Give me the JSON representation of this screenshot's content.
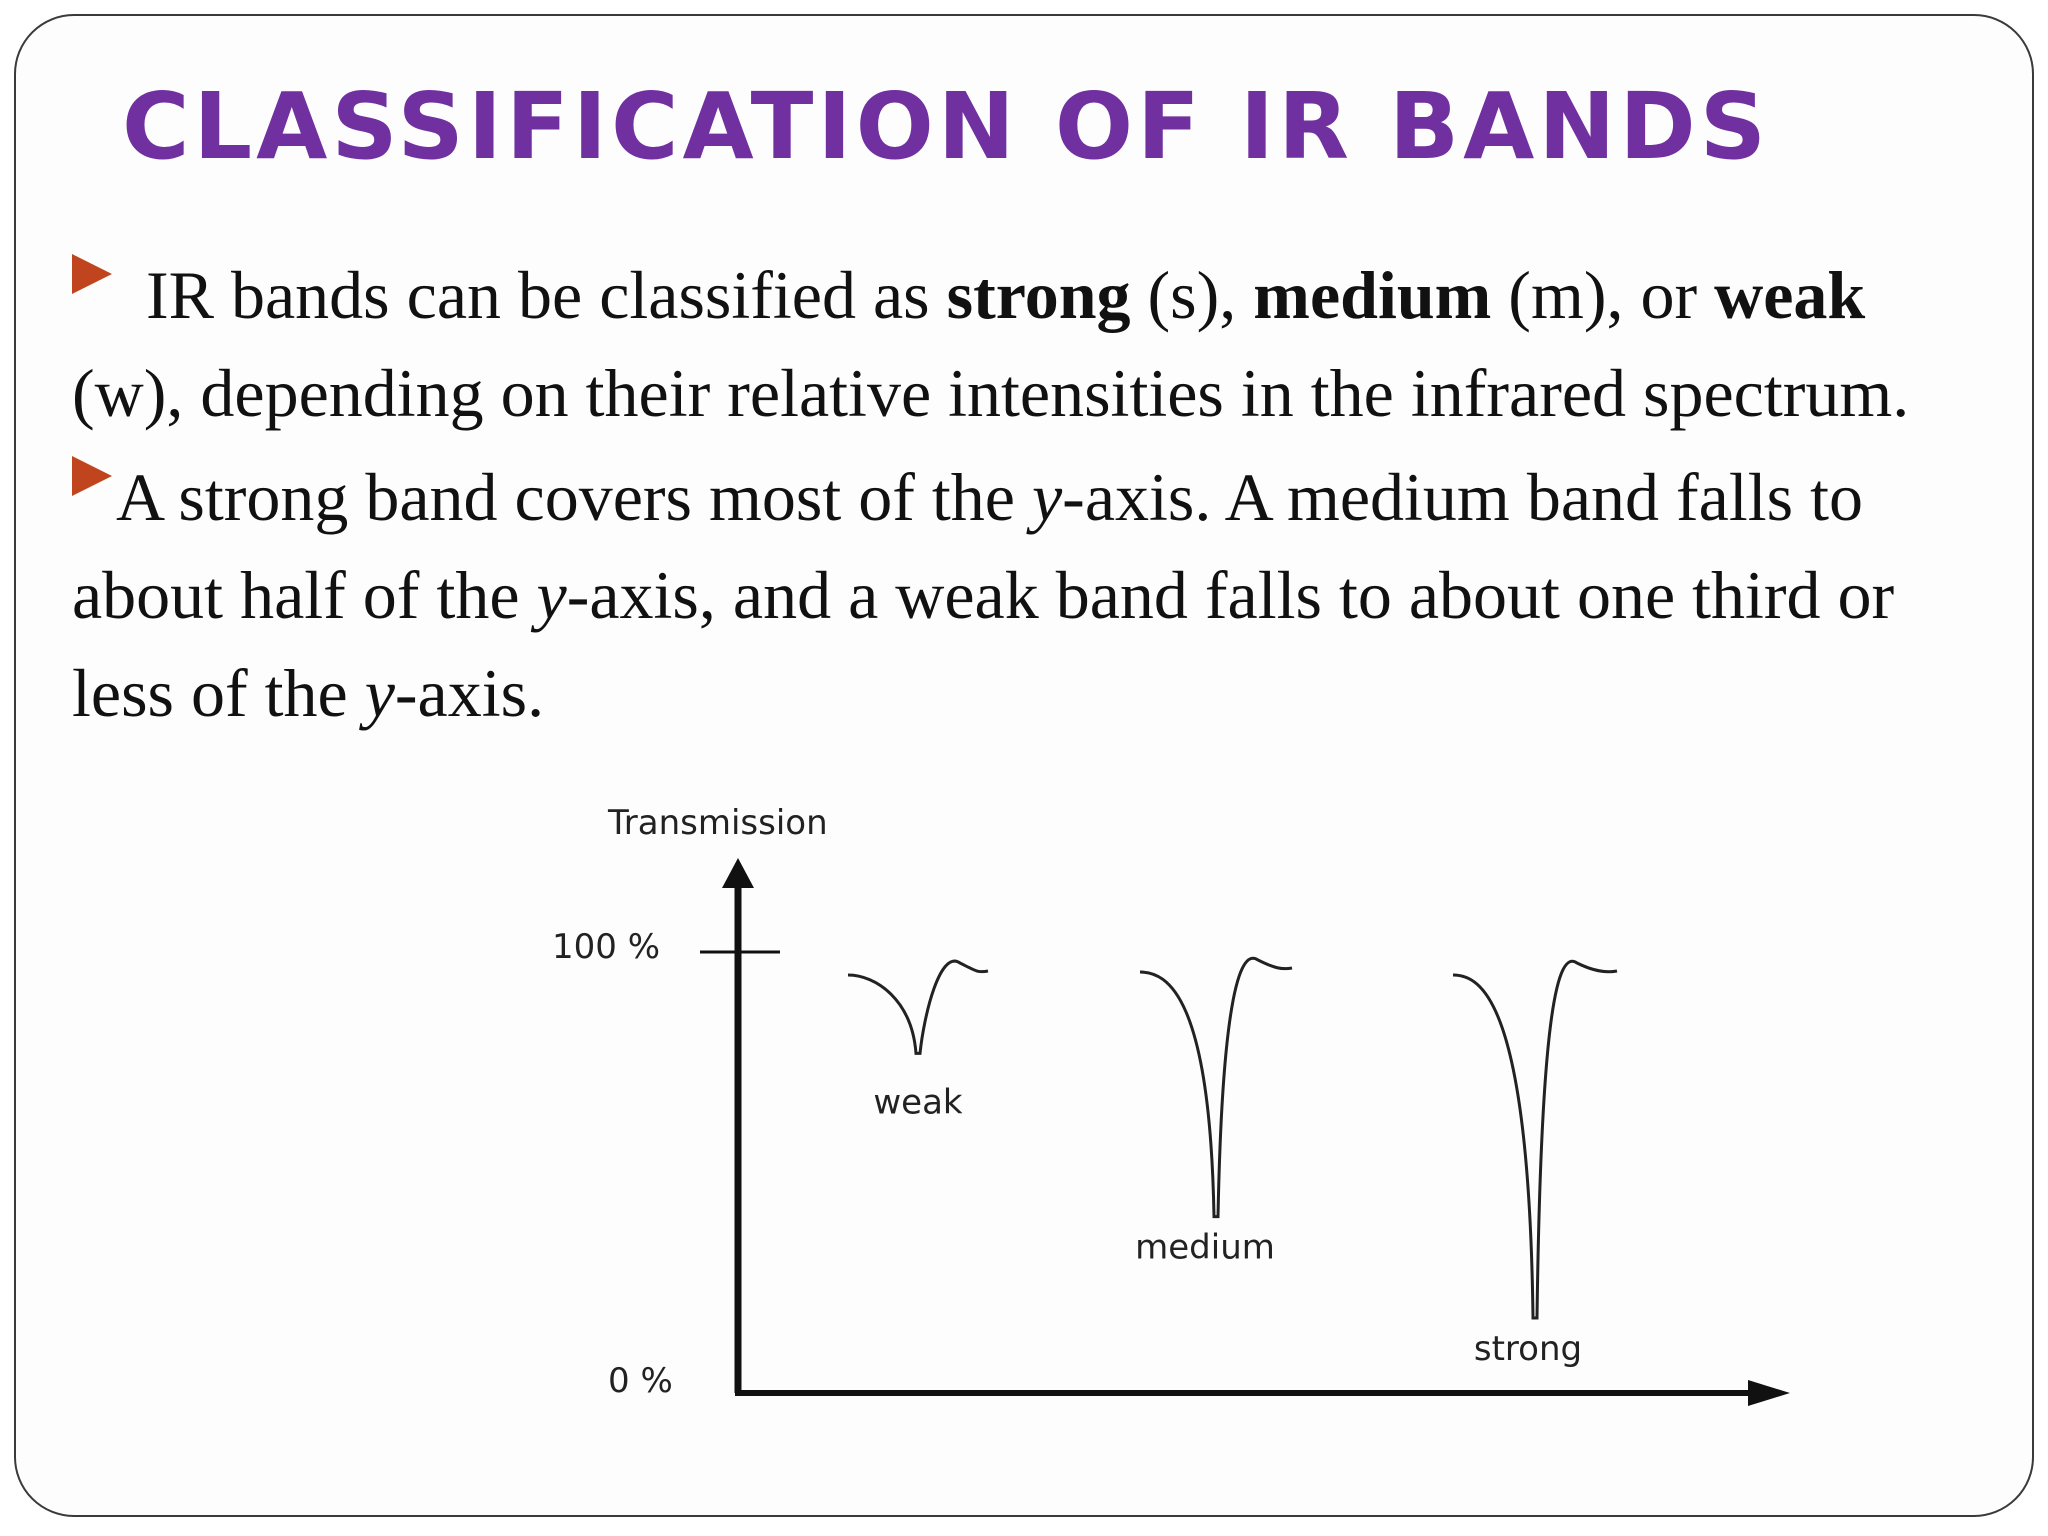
{
  "title": "CLASSIFICATION OF IR BANDS",
  "paragraph1": {
    "p1": "IR bands can be classified as ",
    "strong": "strong",
    "p2": " (s), ",
    "medium": "medium",
    "p3": " (m), or ",
    "weak": "weak",
    "p4": " (w), depending on their relative intensities in the infrared spectrum."
  },
  "paragraph2": {
    "p1": "A strong band covers most of the ",
    "y1": "y",
    "p2": "-axis. A medium band falls to about half of the ",
    "y2": "y",
    "p3": "-axis, and a weak band falls to about one third or less of the ",
    "y3": "y",
    "p4": "-axis."
  },
  "colors": {
    "title": "#7030a0",
    "bullet": "#c0441e",
    "text": "#111111"
  },
  "diagram": {
    "y_axis_label": "Transmission",
    "tick_top": "100 %",
    "tick_bottom": "0 %",
    "bands": [
      {
        "label": "weak",
        "min_transmission_pct": 77
      },
      {
        "label": "medium",
        "min_transmission_pct": 40
      },
      {
        "label": "strong",
        "min_transmission_pct": 17
      }
    ]
  }
}
